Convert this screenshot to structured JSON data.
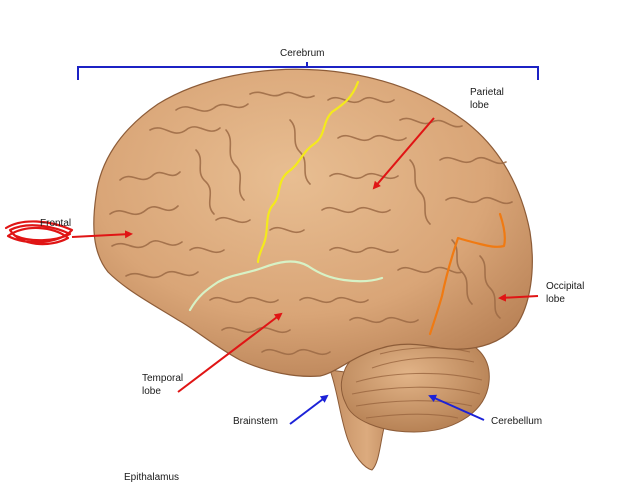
{
  "labels": {
    "cerebrum": "Cerebrum",
    "parietal_l1": "Parietal",
    "parietal_l2": "lobe",
    "frontal": "Frontal",
    "occipital_l1": "Occipital",
    "occipital_l2": "lobe",
    "temporal_l1": "Temporal",
    "temporal_l2": "lobe",
    "brainstem": "Brainstem",
    "cerebellum": "Cerebellum",
    "epithalamus": "Epithalamus"
  },
  "colors": {
    "bracket": "#1c22c4",
    "arrow_red": "#e01515",
    "arrow_blue": "#1c22d8",
    "central_sulcus": "#f4ea1c",
    "lateral_sulcus": "#d7f2c6",
    "parieto_occipital": "#f07a12",
    "scribble": "#e01515",
    "tissue": "#dcaa7c",
    "tissue_dark": "#9c6a45"
  }
}
